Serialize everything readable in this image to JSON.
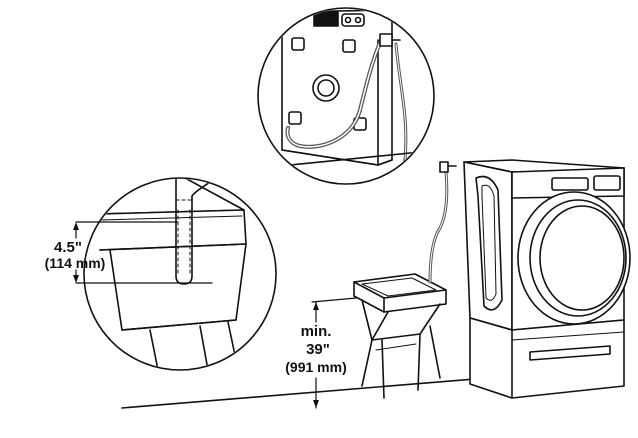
{
  "labels": {
    "drain_hose_extension": "4.5\"",
    "drain_hose_extension_mm": "(114 mm)",
    "height_prefix": "min.",
    "height_value": "39\"",
    "height_mm": "(991 mm)"
  },
  "colors": {
    "line": "#111111",
    "hose": "#555555",
    "background": "#ffffff"
  }
}
